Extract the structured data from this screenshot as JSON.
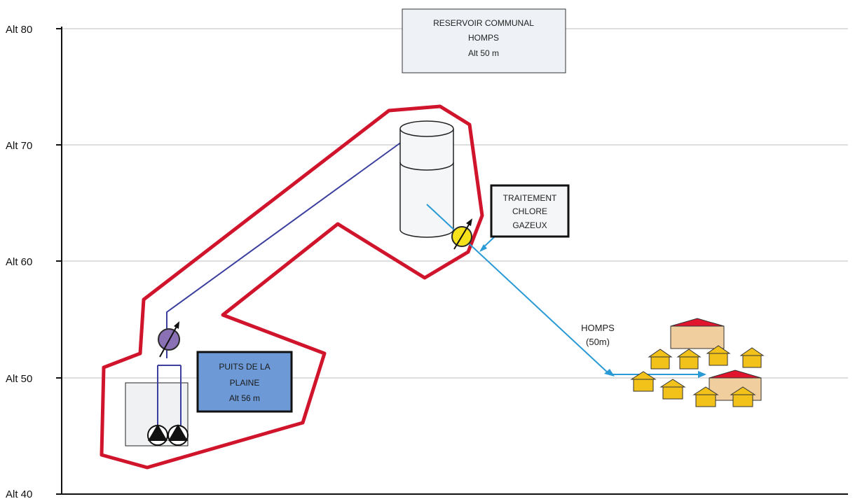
{
  "axis": {
    "labels": [
      "Alt 80",
      "Alt 70",
      "Alt 60",
      "Alt 50",
      "Alt 40"
    ]
  },
  "reservoir_box": {
    "lines": [
      "RESERVOIR COMMUNAL",
      "HOMPS",
      "Alt 50 m"
    ]
  },
  "traitement_box": {
    "lines": [
      "TRAITEMENT",
      "CHLORE",
      "GAZEUX"
    ]
  },
  "puits_box": {
    "lines": [
      "PUITS DE LA",
      "PLAINE",
      "Alt 56 m"
    ]
  },
  "village_label": {
    "lines": [
      "HOMPS",
      "(50m)"
    ]
  },
  "colors": {
    "perimeter": "#d0142c",
    "pump_pipe": "#3b3f9e",
    "distribution_pipe": "#2a9ad6",
    "puits_box_fill": "#6d9ad6",
    "reservoir_box_fill": "#eef1f6",
    "house_fill": "#f2c21b",
    "big_house_fill": "#f0ce9e",
    "roof": "#e0142c",
    "chlorine_node": "#f6e21a",
    "pump_node": "#8a70b4"
  }
}
